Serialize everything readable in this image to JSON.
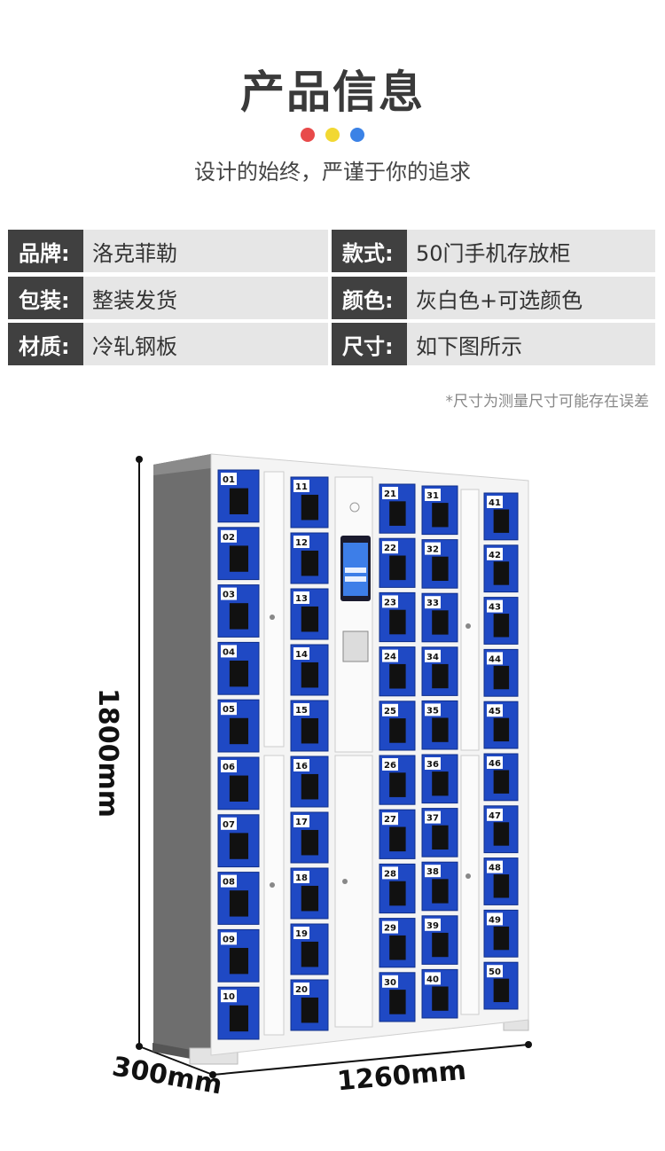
{
  "header": {
    "title": "产品信息",
    "subtitle": "设计的始终，严谨于你的追求",
    "dots": [
      "#e84a4a",
      "#f2d832",
      "#3b82e6"
    ]
  },
  "specs": [
    [
      {
        "label": "品牌:",
        "value": "洛克菲勒"
      },
      {
        "label": "款式:",
        "value": "50门手机存放柜"
      }
    ],
    [
      {
        "label": "包装:",
        "value": "整装发货"
      },
      {
        "label": "颜色:",
        "value": "灰白色+可选颜色"
      }
    ],
    [
      {
        "label": "材质:",
        "value": "冷轧钢板"
      },
      {
        "label": "尺寸:",
        "value": "如下图所示"
      }
    ]
  ],
  "note": "*尺寸为测量尺寸可能存在误差",
  "dimensions": {
    "height": "1800mm",
    "depth": "300mm",
    "width": "1260mm"
  },
  "cabinet": {
    "door_color": "#1f49c4",
    "frame_color": "#f0f0f0",
    "side_color": "#707070",
    "columns": [
      [
        "01",
        "02",
        "03",
        "04",
        "05",
        "06",
        "07",
        "08",
        "09",
        "10"
      ],
      [
        "11",
        "12",
        "13",
        "14",
        "15",
        "16",
        "17",
        "18",
        "19",
        "20"
      ],
      [
        "21",
        "22",
        "23",
        "24",
        "25",
        "26",
        "27",
        "28",
        "29",
        "30"
      ],
      [
        "31",
        "32",
        "33",
        "34",
        "35",
        "36",
        "37",
        "38",
        "39",
        "40"
      ],
      [
        "41",
        "42",
        "43",
        "44",
        "45",
        "46",
        "47",
        "48",
        "49",
        "50"
      ]
    ]
  }
}
